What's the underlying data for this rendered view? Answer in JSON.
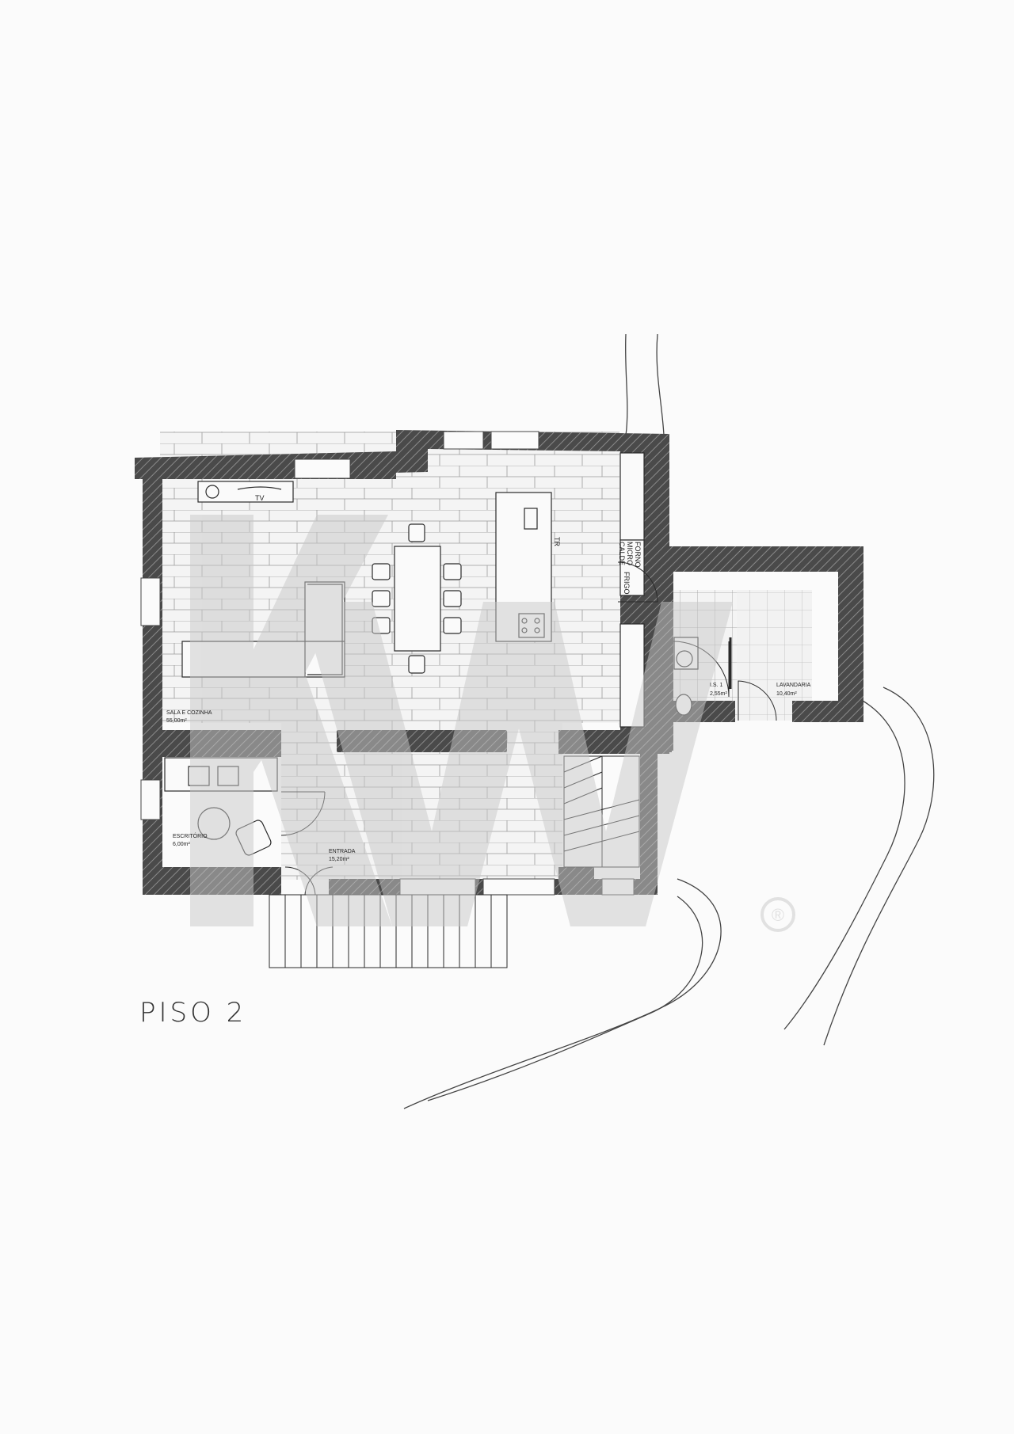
{
  "plan": {
    "title": "PISO 2",
    "rooms": {
      "sala_cozinha": {
        "name": "SALA E COZINHA",
        "area": "55,00m²"
      },
      "escritorio": {
        "name": "ESCRITÓRIO",
        "area": "6,00m²"
      },
      "entrada": {
        "name": "ENTRADA",
        "area": "15,20m²"
      },
      "is": {
        "name": "I.S. 1",
        "area": "2,55m²"
      },
      "lavandaria": {
        "name": "LAVANDARIA",
        "area": "10,40m²"
      }
    },
    "fixtures": {
      "tv": "TV",
      "micro": "MICRO",
      "forno": "FORNO",
      "calde": "CALDE",
      "frigo": "FRIGO",
      "trash": "TR"
    }
  },
  "watermark": {
    "text": "KW",
    "registered": "®"
  },
  "colors": {
    "wall": "#4a4a4a",
    "hatch": "#8a8a8a",
    "line": "#2a2a2a",
    "floor": "#f2f2f2",
    "watermark": "#c8c8c8"
  }
}
